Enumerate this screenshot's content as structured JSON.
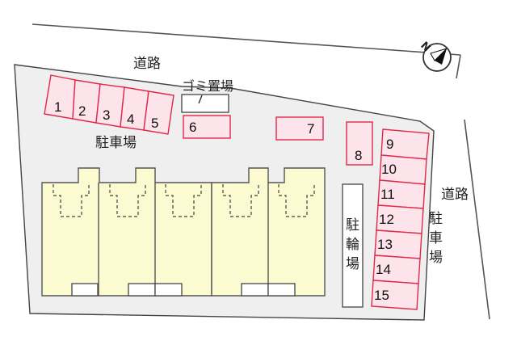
{
  "roads": {
    "north_label": "道路",
    "east_label": "道路"
  },
  "facilities": {
    "garbage_label": "ゴミ置場",
    "parking_west_label": "駐車場",
    "parking_east_label": "駐\n車\n場",
    "bicycle_label": "駐\n輪\n場"
  },
  "compass": {
    "letter": "N"
  },
  "parking_spaces": [
    "1",
    "2",
    "3",
    "4",
    "5",
    "6",
    "7",
    "8",
    "9",
    "10",
    "11",
    "12",
    "13",
    "14",
    "15"
  ],
  "colors": {
    "stall_fill": "#fde3ea",
    "stall_border": "#e0294a",
    "building_fill": "#fbfad0",
    "lot_fill": "#efefef"
  }
}
